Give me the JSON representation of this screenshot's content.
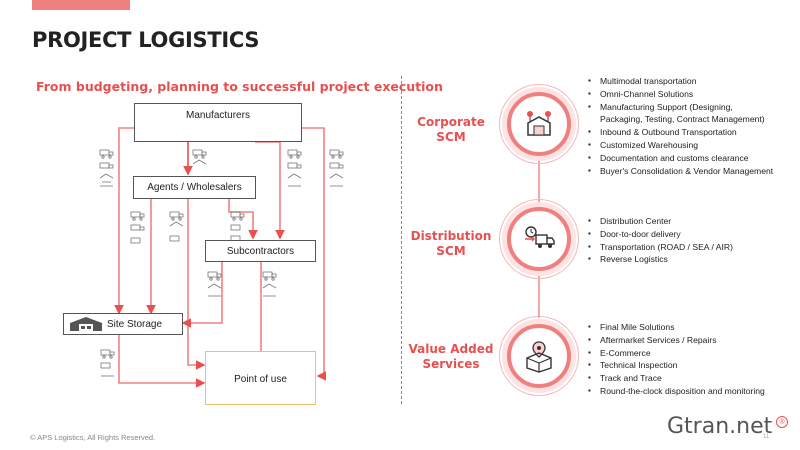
{
  "header": {
    "title": "PROJECT LOGISTICS"
  },
  "subtitle": "From budgeting, planning to successful project execution",
  "flow": {
    "manufacturers": "Manufacturers",
    "agents": "Agents / Wholesalers",
    "subcontractors": "Subcontractors",
    "site_storage": "Site Storage",
    "point_of_use": "Point of use"
  },
  "services": [
    {
      "title_line1": "Corporate",
      "title_line2": "SCM",
      "icon": "warehouse-network-icon",
      "items": [
        "Multimodal transportation",
        "Omni-Channel Solutions",
        "Manufacturing Support (Designing,",
        "Packaging, Testing, Contract Management)",
        "Inbound & Outbound Transportation",
        "Customized Warehousing",
        "Documentation and customs clearance",
        "Buyer's Consolidation & Vendor Management"
      ]
    },
    {
      "title_line1": "Distribution",
      "title_line2": "SCM",
      "icon": "delivery-truck-clock-icon",
      "items": [
        "Distribution Center",
        "Door-to-door delivery",
        "Transportation (ROAD / SEA / AIR)",
        "Reverse Logistics"
      ]
    },
    {
      "title_line1": "Value Added",
      "title_line2": "Services",
      "icon": "package-location-icon",
      "items": [
        "Final Mile Solutions",
        "Aftermarket Services / Repairs",
        "E-Commerce",
        "Technical Inspection",
        "Track and Trace",
        "Round-the-clock disposition and monitoring"
      ]
    }
  ],
  "footer": {
    "copyright": "© APS Logistics, All Rights Reserved.",
    "logo": "Gtran.net",
    "page": "11"
  },
  "colors": {
    "accent": "#e85050",
    "line": "#f08080",
    "ring": "#fde3e3"
  }
}
